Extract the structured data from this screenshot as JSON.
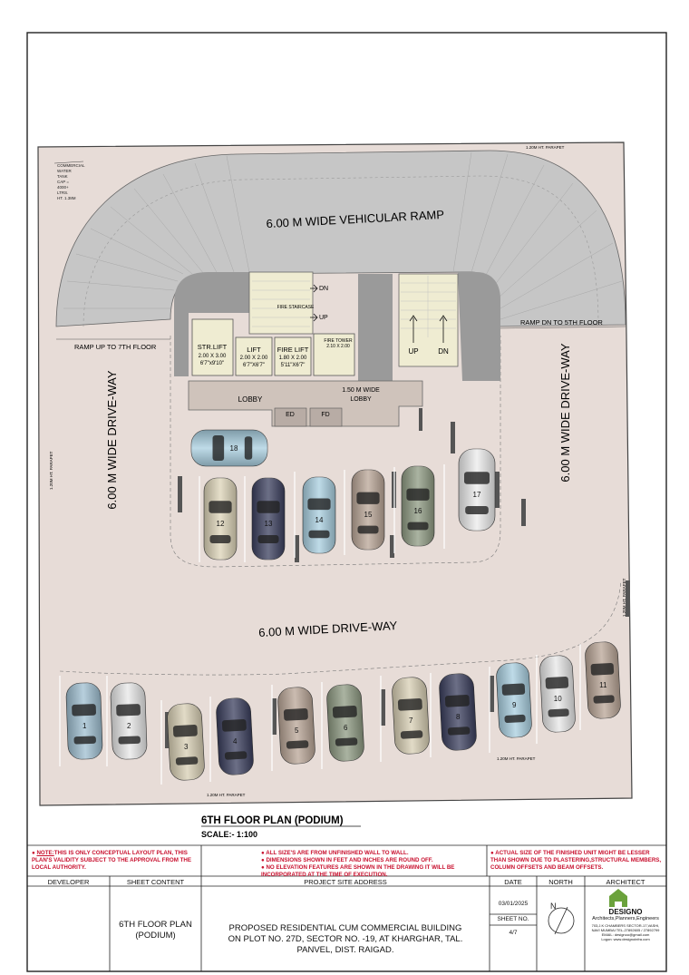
{
  "plan": {
    "ramp_label": "6.00 M WIDE VEHICULAR RAMP",
    "ramp_up": "RAMP UP TO 7TH FLOOR",
    "ramp_down": "RAMP DN TO 5TH FLOOR",
    "driveway_left": "6.00 M WIDE DRIVE-WAY",
    "driveway_right": "6.00 M WIDE DRIVE-WAY",
    "driveway_bottom": "6.00 M WIDE DRIVE-WAY",
    "tank_note": [
      "COMMERCIAL",
      "WATER",
      "TANK",
      "CAP =",
      "4000+",
      "LTRS.",
      "HT. 1.38M"
    ],
    "parapet": "1.20M HT. PARAPET",
    "fire_staircase": "FIRE STAIRCASE",
    "dn": "DN",
    "up": "UP",
    "str_lift": [
      "STR.LIFT",
      "2.00 X 3.00",
      "6'7\"x9'10\""
    ],
    "lift": [
      "LIFT",
      "2.00 X 2.00",
      "6'7\"X6'7\""
    ],
    "fire_lift": [
      "FIRE LIFT",
      "1.80 X 2.00",
      "5'11\"X6'7\""
    ],
    "fire_tower": [
      "FIRE TOWER",
      "2.10 X 2.00"
    ],
    "stair_up": "UP",
    "stair_dn": "DN",
    "lobby": "LOBBY",
    "lobby2": [
      "1.50 M WIDE",
      "LOBBY"
    ],
    "ed": "ED",
    "fd": "FD",
    "cars": [
      "1",
      "2",
      "3",
      "4",
      "5",
      "6",
      "7",
      "8",
      "9",
      "10",
      "11",
      "12",
      "13",
      "14",
      "15",
      "16",
      "17",
      "18"
    ]
  },
  "colors": {
    "paving": "#e8ddd8",
    "ramp": "#c4c4c4",
    "core": "#9c9c9c",
    "stair": "#efecd2",
    "lobby": "#d0c4bc",
    "note_red": "#c8102e"
  },
  "title_block": {
    "plan_title": "6TH FLOOR PLAN (PODIUM)",
    "scale": "SCALE:- 1:100",
    "note1_label": "NOTE:",
    "note1": "THIS IS ONLY CONCEPTUAL LAYOUT PLAN, THIS PLAN'S VALIDITY SUBJECT TO THE APPROVAL FROM THE LOCAL AUTHORITY.",
    "note2": [
      "ALL SIZE'S ARE FROM UNFINISHED WALL TO WALL.",
      "DIMENSIONS SHOWN IN FEET AND INCHES ARE ROUND OFF.",
      "NO ELEVATION FEATURES ARE SHOWN IN THE DRAWING IT WILL BE INCORPORATED AT THE TIME OF EXECUTION."
    ],
    "note3": "ACTUAL SIZE OF THE FINISHED UNIT MIGHT BE LESSER THAN SHOWN DUE TO PLASTERING,STRUCTURAL MEMBERS, COLUMN OFFSETS AND BEAM OFFSETS.",
    "developer_h": "DEVELOPER",
    "sheet_content_h": "SHEET CONTENT",
    "address_h": "PROJECT SITE ADDRESS",
    "date_h": "DATE",
    "north_h": "NORTH",
    "architect_h": "ARCHITECT",
    "sheet_content": [
      "6TH FLOOR PLAN",
      "(PODIUM)"
    ],
    "address": [
      "PROPOSED RESIDENTIAL CUM COMMERCIAL BUILDING",
      "ON PLOT NO. 27D, SECTOR NO. -19, AT KHARGHAR, TAL.",
      "PANVEL, DIST. RAIGAD."
    ],
    "date": "03/01/2025",
    "sheet_no_h": "SHEET NO.",
    "sheet_no": "4/7",
    "architect_name": "DESIGNO",
    "architect_sub": "Architects,Planners,Engineers",
    "architect_addr": [
      "703,J.K CHAMBERS SECTOR-17,VASHI,",
      "NAVI MUMBAI TEL-27892605 / 27892799",
      "EMAIL: designoo@gmail.com",
      "Logon: www.designoinfra.com"
    ]
  }
}
